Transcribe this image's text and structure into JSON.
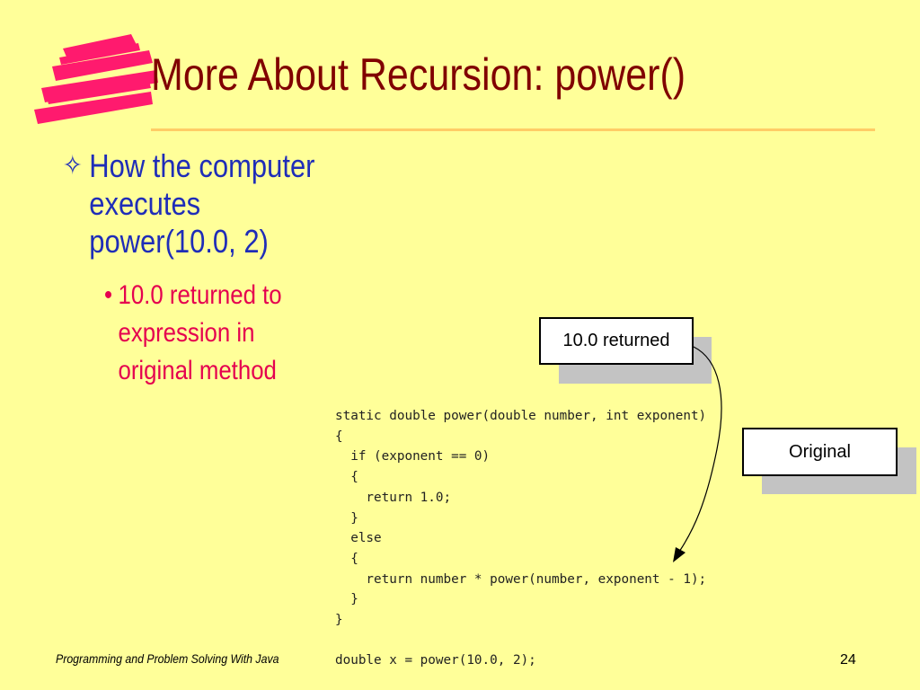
{
  "slide": {
    "title": "More About Recursion: power()",
    "bullet1": {
      "glyph": "✧",
      "lines": [
        "How the computer",
        "executes",
        "power(10.0, 2)"
      ]
    },
    "bullet2": {
      "glyph": "•",
      "lines": [
        "10.0 returned to",
        "expression in",
        "original method"
      ]
    },
    "callouts": {
      "returned": "10.0 returned",
      "original": "Original"
    },
    "code": [
      "static double power(double number, int exponent)",
      "{",
      "  if (exponent == 0)",
      "  {",
      "    return 1.0;",
      "  }",
      "  else",
      "  {",
      "    return number * power(number, exponent - 1);",
      "  }",
      "}",
      "",
      "double x = power(10.0, 2);"
    ],
    "footer": {
      "course": "Programming and Problem Solving With Java",
      "page": "24"
    }
  },
  "colors": {
    "background": "#ffff99",
    "title": "#800000",
    "bullet1": "#1f2db8",
    "bullet2": "#e5004f",
    "logo": "#ff1a6e",
    "rule": "#ffcc66"
  },
  "icons": {
    "logo": "pink-scribble-logo-icon",
    "bullet1": "four-point-star-bullet-icon",
    "arrow": "curved-arrow-icon"
  }
}
